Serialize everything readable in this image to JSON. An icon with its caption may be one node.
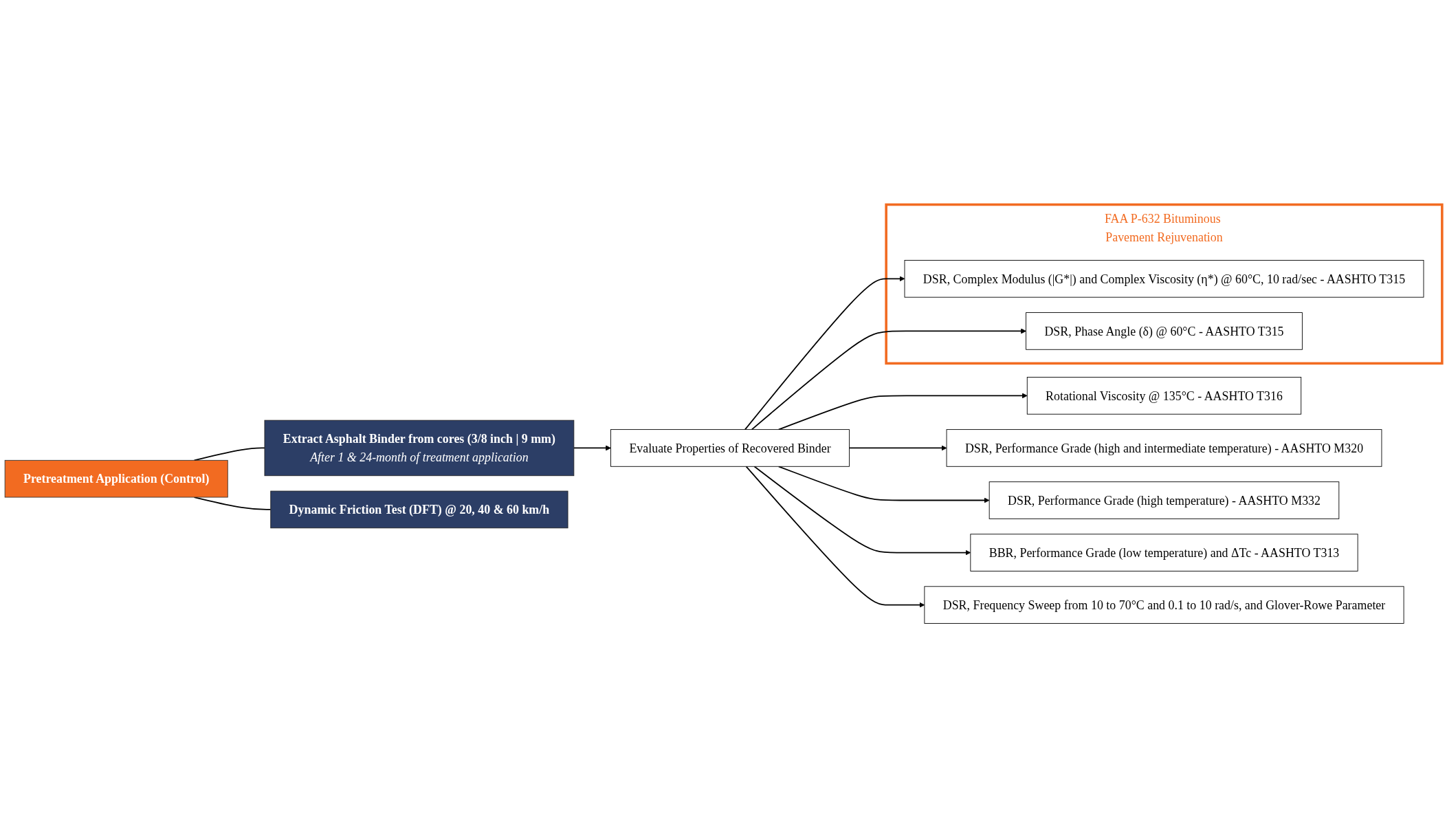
{
  "diagram": {
    "nodes": [
      {
        "text": [
          "Pretreatment Application (Control)"
        ]
      },
      {
        "text": [
          "Extract Asphalt Binder from cores (3/8 inch | 9 mm)",
          "After 1 & 24-month of treatment application"
        ]
      },
      {
        "text": [
          "Dynamic Friction Test (DFT) @ 20, 40 & 60 km/h"
        ]
      },
      {
        "text": [
          "Evaluate Properties of Recovered Binder"
        ]
      },
      {
        "text": [
          "Rotational Viscosity @ 135°C - AASHTO T316"
        ]
      },
      {
        "text": [
          "DSR, Performance Grade (high and intermediate temperature) - AASHTO M320"
        ]
      },
      {
        "text": [
          "DSR, Performance Grade (high temperature) - AASHTO M332"
        ]
      },
      {
        "text": [
          "BBR, Performance Grade (low temperature) and ΔTc - AASHTO T313"
        ]
      },
      {
        "text": [
          "FAA P-632 Bituminous Pavement Rejuvenation"
        ]
      },
      {
        "text": [
          "DSR, Complex Modulus (|G*|) and Complex Viscosity (η*) @ 60°C, 10 rad/sec - AASHTO T315"
        ],
        "in": 8
      },
      {
        "text": [
          "DSR, Phase Angle (δ) @ 60°C - AASHTO T315"
        ],
        "in": 8
      },
      {
        "text": [
          "DSR, Frequency Sweep from 10 to 70°C and 0.1 to 10 rad/s, and Glover-Rowe Parameter"
        ]
      }
    ],
    "edges": [
      {
        "from": 0,
        "to": 1,
        "arrow": "none"
      },
      {
        "from": 0,
        "to": 2,
        "arrow": "none"
      },
      {
        "from": 1,
        "to": 3,
        "arrow": "to"
      },
      {
        "from": 3,
        "to": 4,
        "arrow": "to"
      },
      {
        "from": 3,
        "to": 5,
        "arrow": "to"
      },
      {
        "from": 3,
        "to": 6,
        "arrow": "to"
      },
      {
        "from": 3,
        "to": 7,
        "arrow": "to"
      },
      {
        "from": 3,
        "to": 9,
        "arrow": "to"
      },
      {
        "from": 3,
        "to": 10,
        "arrow": "to"
      },
      {
        "from": 3,
        "to": 11,
        "arrow": "to"
      }
    ]
  }
}
